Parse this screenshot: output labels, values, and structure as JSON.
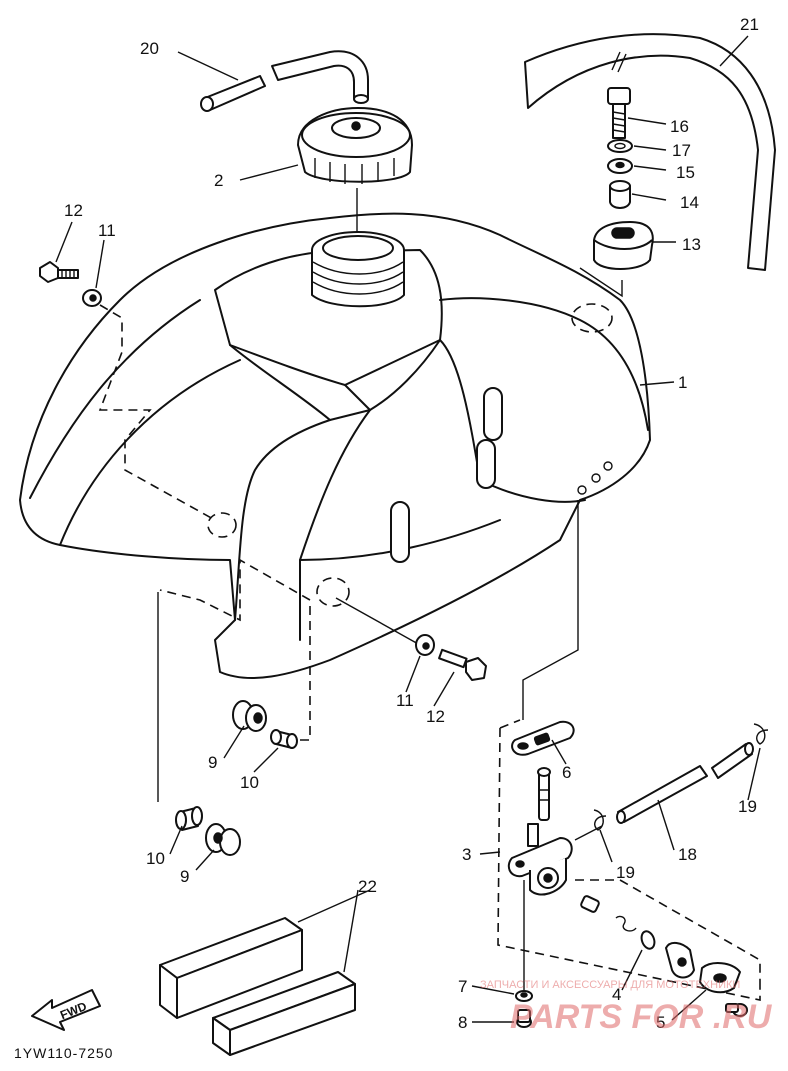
{
  "diagram_code": "1YW110-7250",
  "fwd_label": "FWD",
  "watermark": {
    "tagline": "ЗАПЧАСТИ И АКСЕССУАРЫ ДЛЯ МОТОТЕХНИКИ",
    "brand": "PARTS FOR .RU"
  },
  "callouts": {
    "p1": "1",
    "p2": "2",
    "p3": "3",
    "p4": "4",
    "p5": "5",
    "p6": "6",
    "p7": "7",
    "p8": "8",
    "p9a": "9",
    "p9b": "9",
    "p10a": "10",
    "p10b": "10",
    "p11a": "11",
    "p11b": "11",
    "p12a": "12",
    "p12b": "12",
    "p13": "13",
    "p14": "14",
    "p15": "15",
    "p16": "16",
    "p17": "17",
    "p18": "18",
    "p19a": "19",
    "p19b": "19",
    "p20": "20",
    "p21": "21",
    "p22": "22"
  }
}
